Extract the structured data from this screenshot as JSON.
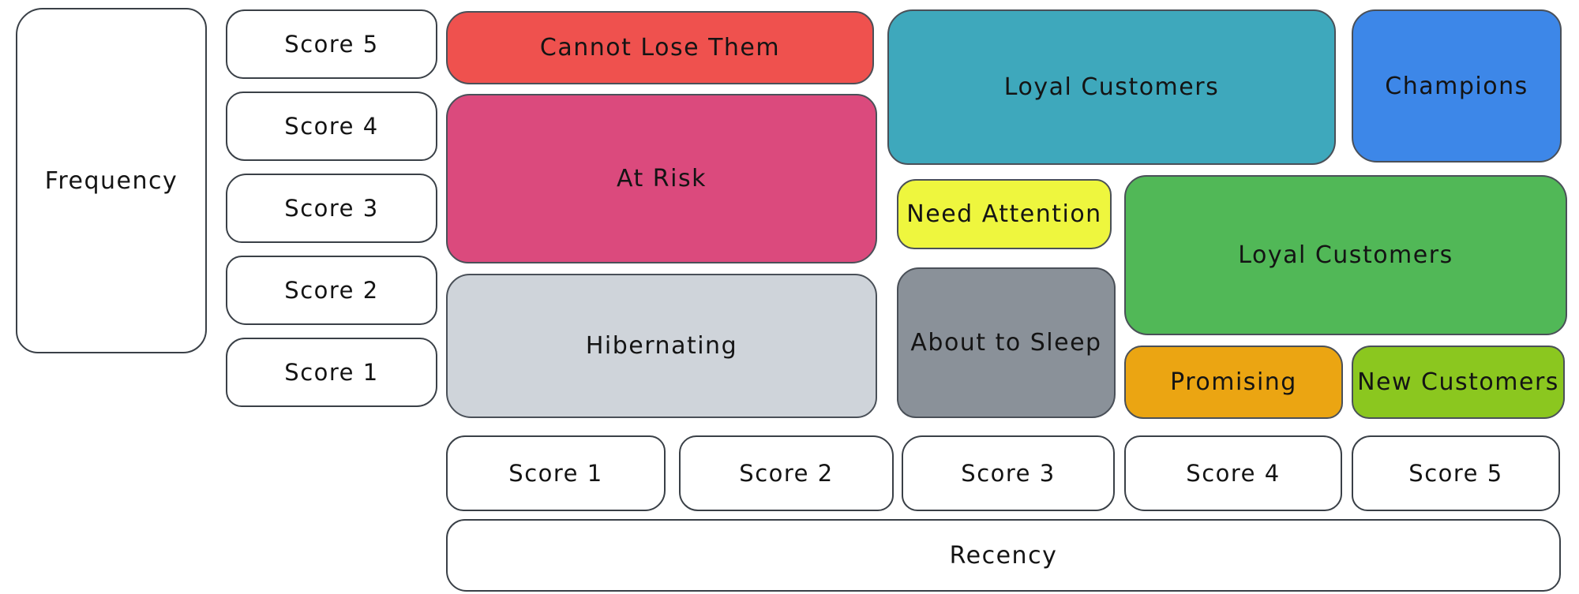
{
  "axes": {
    "frequency": {
      "label": "Frequency",
      "scores": [
        "Score 5",
        "Score 4",
        "Score 3",
        "Score 2",
        "Score 1"
      ]
    },
    "recency": {
      "label": "Recency",
      "scores": [
        "Score 1",
        "Score 2",
        "Score 3",
        "Score 4",
        "Score 5"
      ]
    }
  },
  "segments": {
    "cannot_lose_them": {
      "label": "Cannot Lose Them",
      "color": "#ef514e",
      "recency_scores": [
        1,
        2
      ],
      "frequency_scores": [
        5,
        5
      ]
    },
    "at_risk": {
      "label": "At Risk",
      "color": "#db4a7d",
      "recency_scores": [
        1,
        2
      ],
      "frequency_scores": [
        3,
        4
      ]
    },
    "hibernating": {
      "label": "Hibernating",
      "color": "#cfd4da",
      "recency_scores": [
        1,
        2
      ],
      "frequency_scores": [
        1,
        2
      ]
    },
    "loyal_customers_top": {
      "label": "Loyal Customers",
      "color": "#3ea8bc",
      "recency_scores": [
        3,
        4
      ],
      "frequency_scores": [
        4,
        5
      ]
    },
    "champions": {
      "label": "Champions",
      "color": "#3d87e8",
      "recency_scores": [
        5,
        5
      ],
      "frequency_scores": [
        4,
        5
      ]
    },
    "need_attention": {
      "label": "Need Attention",
      "color": "#eef63e",
      "recency_scores": [
        3,
        3
      ],
      "frequency_scores": [
        3,
        3
      ]
    },
    "loyal_customers_right": {
      "label": "Loyal Customers",
      "color": "#51b857",
      "recency_scores": [
        4,
        5
      ],
      "frequency_scores": [
        2,
        3
      ]
    },
    "about_to_sleep": {
      "label": "About to Sleep",
      "color": "#8a9199",
      "recency_scores": [
        3,
        3
      ],
      "frequency_scores": [
        1,
        2
      ]
    },
    "promising": {
      "label": "Promising",
      "color": "#eba512",
      "recency_scores": [
        4,
        4
      ],
      "frequency_scores": [
        1,
        1
      ]
    },
    "new_customers": {
      "label": "New Customers",
      "color": "#8bc71f",
      "recency_scores": [
        5,
        5
      ],
      "frequency_scores": [
        1,
        1
      ]
    }
  }
}
